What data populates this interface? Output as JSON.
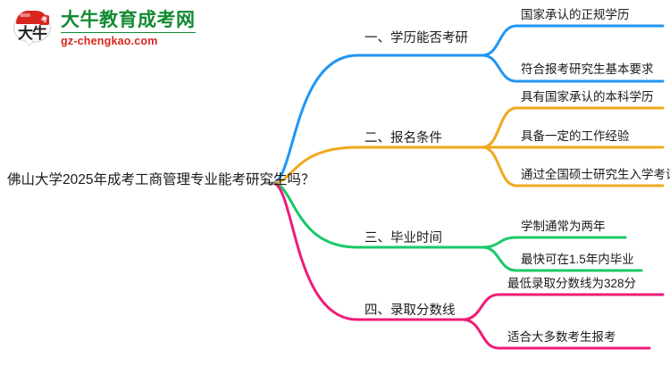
{
  "logo": {
    "mark_text": "大牛",
    "seal_text": "考",
    "title": "大牛教育成考网",
    "subtitle": "gz-chengkao.com",
    "title_color": "#128a32",
    "subtitle_color": "#d9251d",
    "cap_color": "#d9251d"
  },
  "mindmap": {
    "root": {
      "label": "佛山大学2025年成考工商管理专业能考研究生吗？"
    },
    "branches": [
      {
        "label": "一、学历能否考研",
        "color": "#2196f3",
        "children": [
          {
            "label": "国家承认的正规学历"
          },
          {
            "label": "符合报考研究生基本要求"
          }
        ]
      },
      {
        "label": "二、报名条件",
        "color": "#f0a91e",
        "children": [
          {
            "label": "具有国家承认的本科学历"
          },
          {
            "label": "具备一定的工作经验"
          },
          {
            "label": "通过全国硕士研究生入学考试"
          }
        ]
      },
      {
        "label": "三、毕业时间",
        "color": "#18c967",
        "children": [
          {
            "label": "学制通常为两年"
          },
          {
            "label": "最快可在1.5年内毕业"
          }
        ]
      },
      {
        "label": "四、录取分数线",
        "color": "#ef1b78",
        "children": [
          {
            "label": "最低录取分数线为328分"
          },
          {
            "label": "适合大多数考生报考"
          }
        ]
      }
    ]
  }
}
